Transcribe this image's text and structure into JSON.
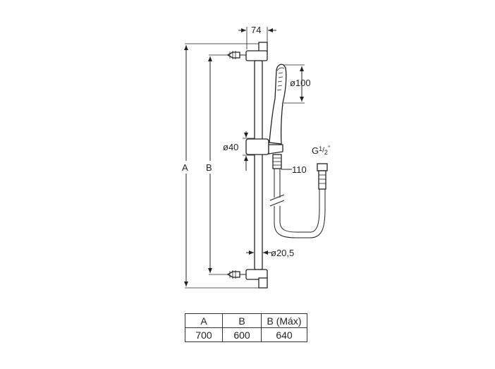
{
  "labels": {
    "width": "74",
    "head_diameter": "ø100",
    "connector": "G",
    "connector_sup": "1",
    "connector_sub": "2",
    "connector_tail": "\"",
    "support_diameter": "ø40",
    "height_a": "A",
    "height_b": "B",
    "hose_offset": "110",
    "bar_diameter": "ø20,5"
  },
  "table": {
    "headers": [
      "A",
      "B",
      "B (Máx)"
    ],
    "rows": [
      [
        "700",
        "600",
        "640"
      ]
    ]
  }
}
